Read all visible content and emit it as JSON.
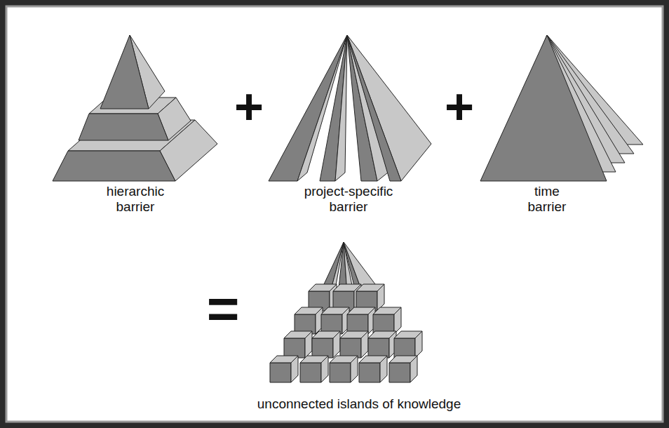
{
  "diagram": {
    "labels": [
      "hierarchic barrier",
      "+",
      "project-specific barrier",
      "+",
      "time barrier",
      "=",
      "unconnected islands of knowledge"
    ]
  }
}
